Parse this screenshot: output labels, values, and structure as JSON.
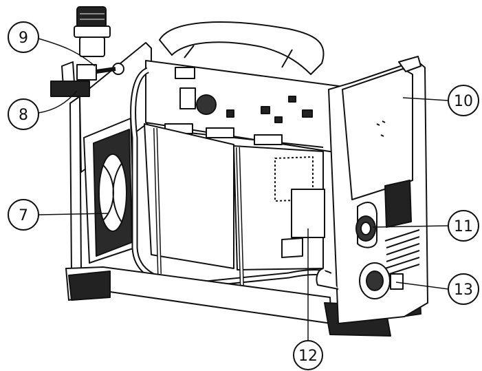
{
  "callouts": [
    {
      "id": "9",
      "label": "9"
    },
    {
      "id": "8",
      "label": "8"
    },
    {
      "id": "7",
      "label": "7"
    },
    {
      "id": "10",
      "label": "10"
    },
    {
      "id": "11",
      "label": "11"
    },
    {
      "id": "13",
      "label": "13"
    },
    {
      "id": "12",
      "label": "12"
    }
  ],
  "colors": {
    "line": "#111111",
    "fill": "#ffffff",
    "dark": "#1a1a1a",
    "grey": "#d9d9d9"
  }
}
